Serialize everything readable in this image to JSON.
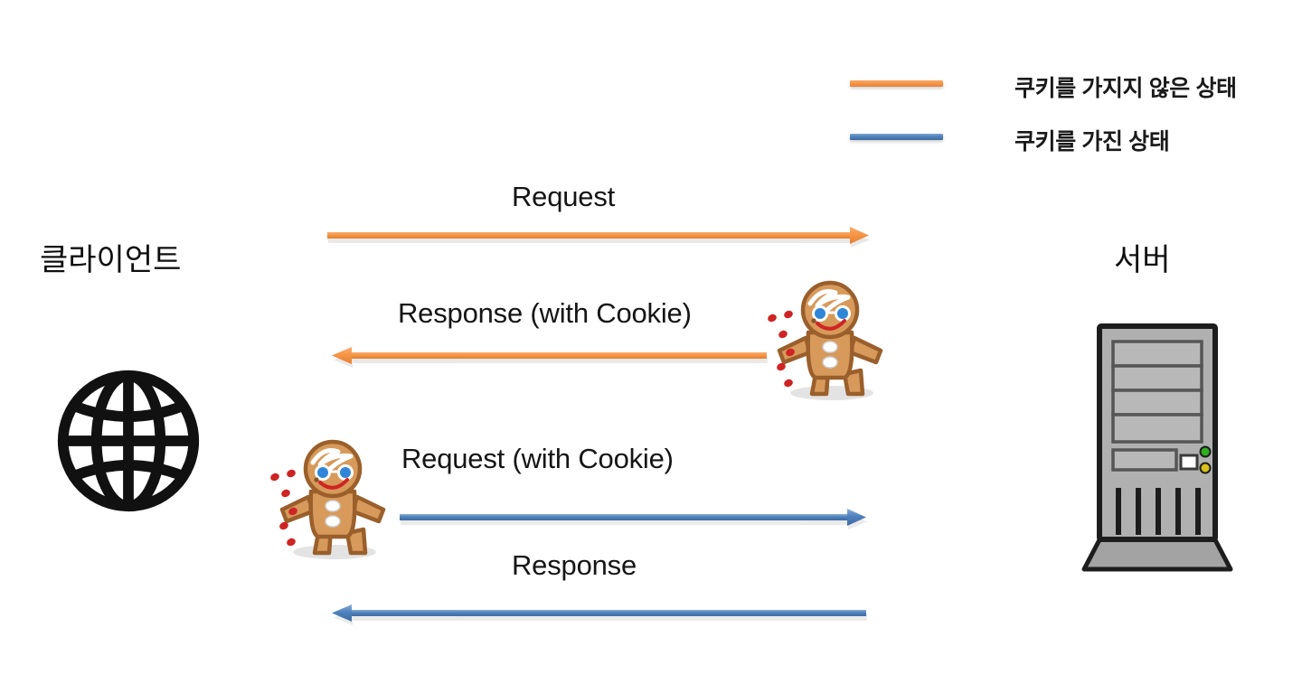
{
  "diagram": {
    "type": "sequence-diagram",
    "title_visible": false,
    "background_color": "#ffffff",
    "colors": {
      "no_cookie_state": "#f79646",
      "has_cookie_state": "#4f81bd",
      "text": "#151515",
      "globe": "#111111",
      "server_body": "#a8a8a8",
      "server_outline": "#1d1d1d",
      "cookie_body": "#c8854a",
      "cookie_fill": "#d79a5b",
      "led_green": "#2fae1f",
      "led_yellow": "#d8c11a",
      "sprinkle_red": "#cf2424"
    }
  },
  "legend": {
    "items": [
      {
        "color": "#f79646",
        "label": "쿠키를 가지지 않은 상태",
        "swatch_name": "orange-line-swatch"
      },
      {
        "color": "#4f81bd",
        "label": "쿠키를 가진 상태",
        "swatch_name": "blue-line-swatch"
      }
    ]
  },
  "endpoints": {
    "client": {
      "label": "클라이언트",
      "icon": "globe-icon"
    },
    "server": {
      "label": "서버",
      "icon": "server-tower-icon"
    }
  },
  "flows": [
    {
      "id": "request",
      "label": "Request",
      "direction": "right",
      "color": "#f79646",
      "state": "no-cookie",
      "has_cookie_figure": false
    },
    {
      "id": "response-with-cookie",
      "label": "Response (with Cookie)",
      "direction": "left",
      "color": "#f79646",
      "state": "no-cookie",
      "has_cookie_figure": true,
      "cookie_figure_side": "right"
    },
    {
      "id": "request-with-cookie",
      "label": "Request (with Cookie)",
      "direction": "right",
      "color": "#4f81bd",
      "state": "has-cookie",
      "has_cookie_figure": true,
      "cookie_figure_side": "left"
    },
    {
      "id": "response",
      "label": "Response",
      "direction": "left",
      "color": "#4f81bd",
      "state": "has-cookie",
      "has_cookie_figure": false
    }
  ],
  "cookie_figures": [
    {
      "name": "gingerbread-cookie-icon-1",
      "attached_to": "response-with-cookie"
    },
    {
      "name": "gingerbread-cookie-icon-2",
      "attached_to": "request-with-cookie"
    }
  ]
}
